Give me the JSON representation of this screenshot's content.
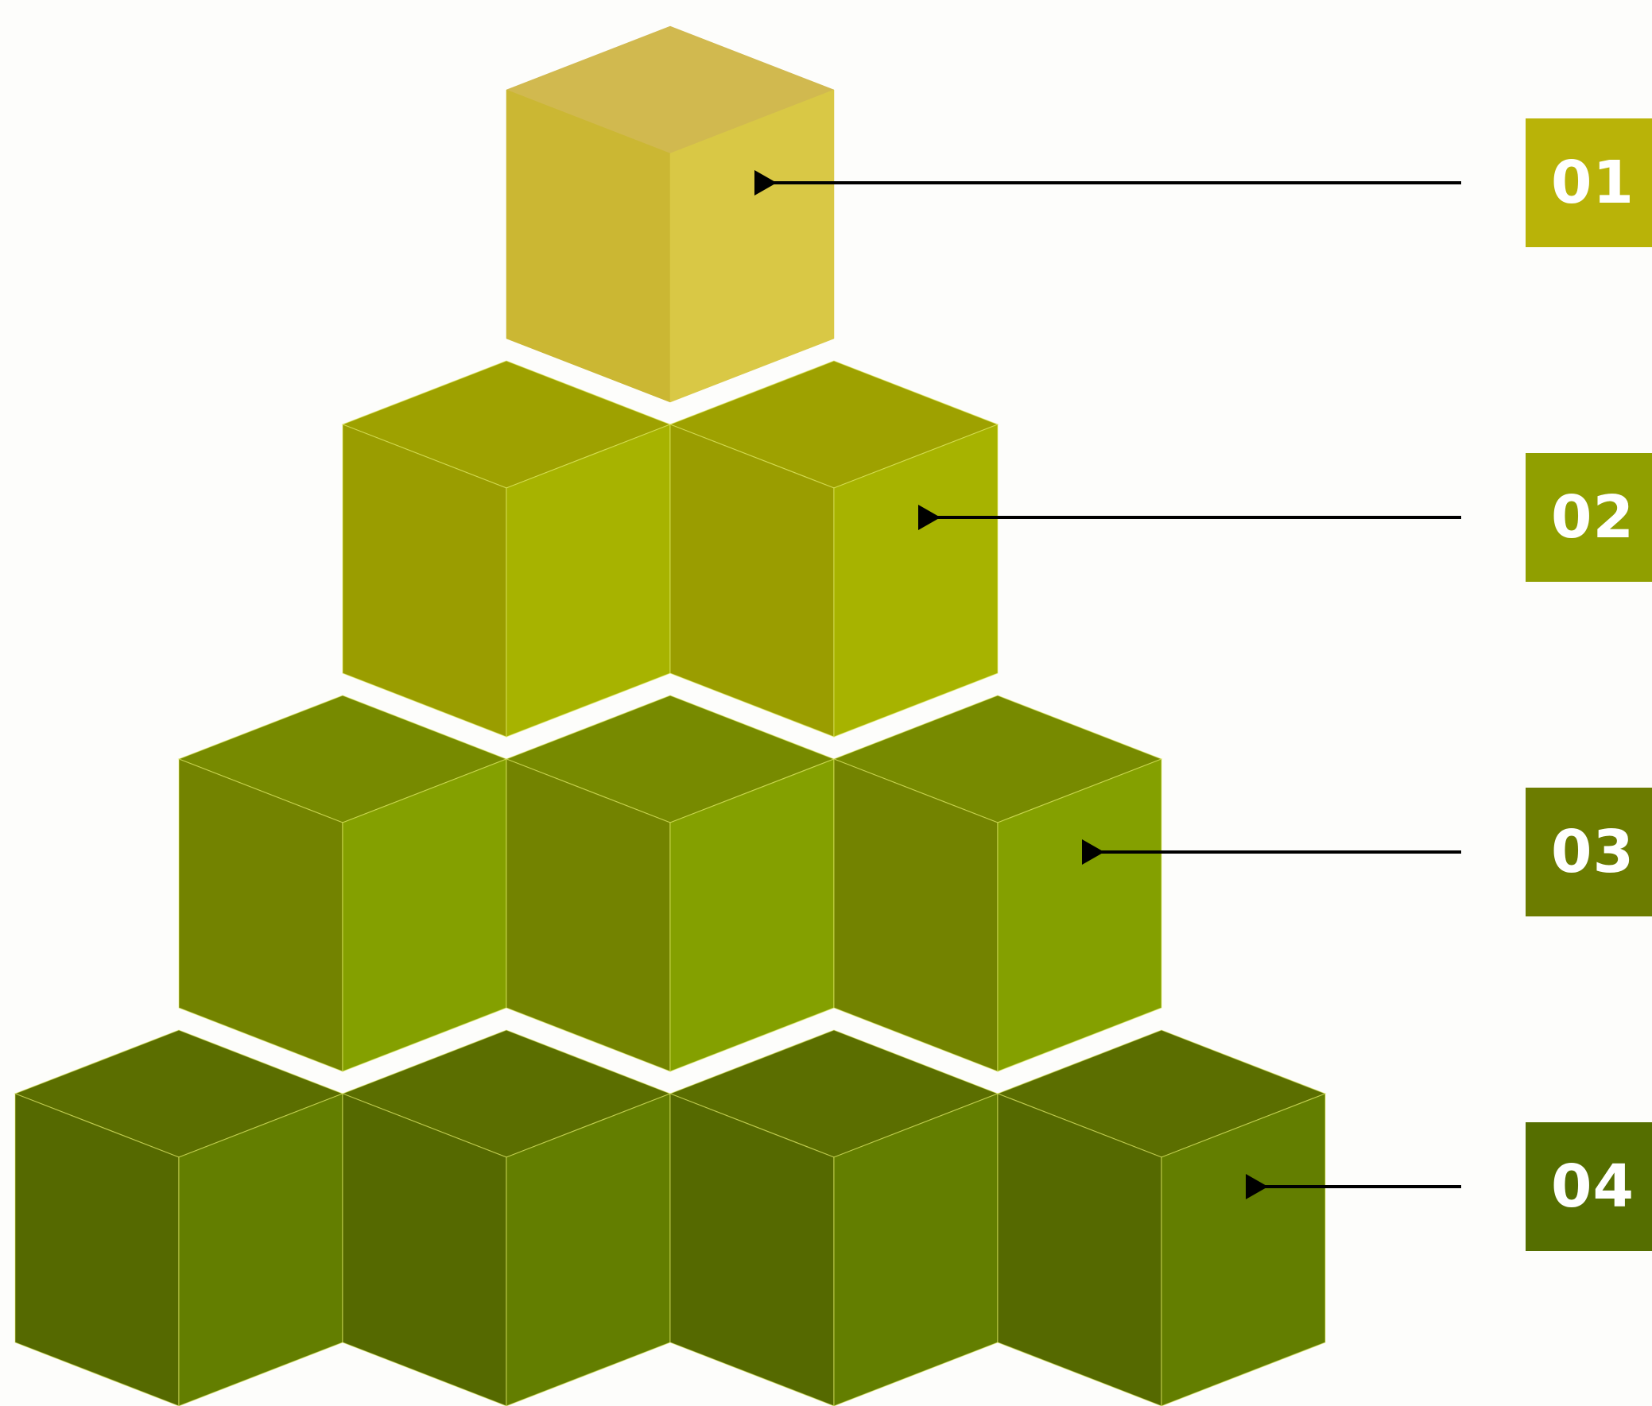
{
  "diagram": {
    "levels": [
      {
        "label": "01",
        "color": "#b9b308",
        "cubes": 1,
        "top_color": "#d1b94f",
        "left_color": "#cbb733",
        "right_color": "#d9c845"
      },
      {
        "label": "02",
        "color": "#909f00",
        "cubes": 2,
        "top_color": "#9ea100",
        "left_color": "#9a9d00",
        "right_color": "#a7b300"
      },
      {
        "label": "03",
        "color": "#6c7c00",
        "cubes": 3,
        "top_color": "#778a00",
        "left_color": "#738300",
        "right_color": "#84a000"
      },
      {
        "label": "04",
        "color": "#556e00",
        "cubes": 4,
        "top_color": "#5b6e00",
        "left_color": "#556900",
        "right_color": "#637e00"
      }
    ],
    "seam_color": "#e6ef6a",
    "arrow_color": "#000000"
  }
}
